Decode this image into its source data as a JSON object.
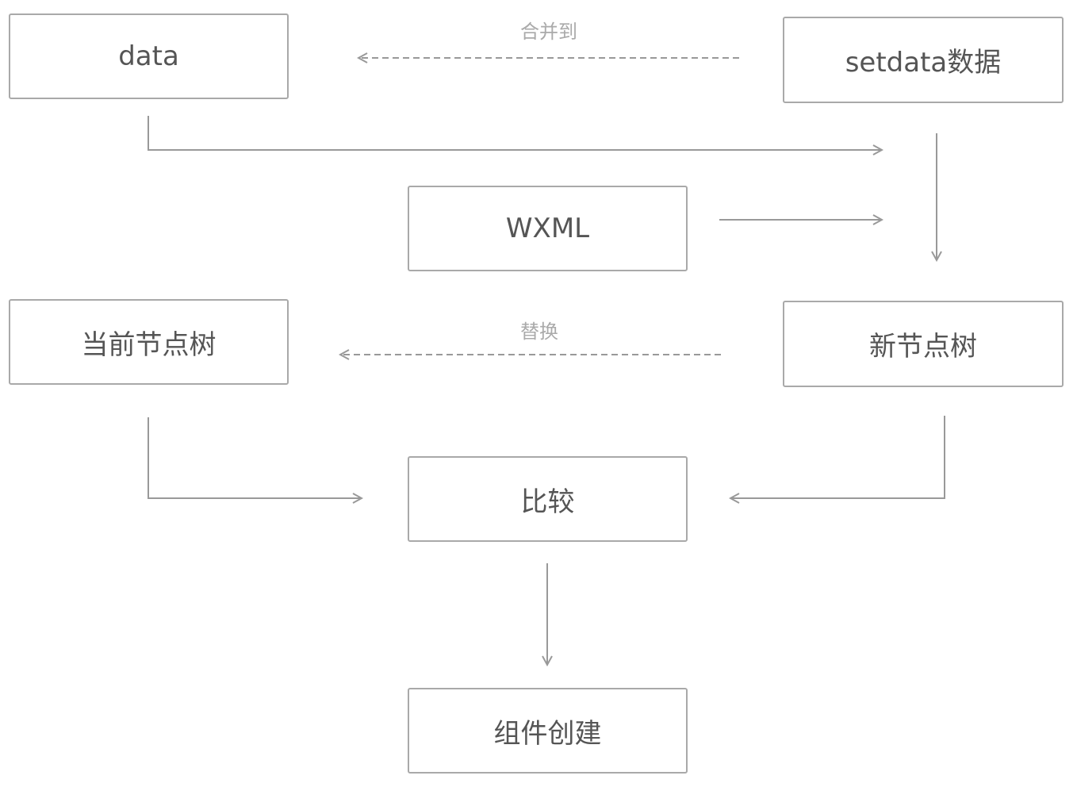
{
  "nodes": {
    "data": "data",
    "setdata": "setdata数据",
    "wxml": "WXML",
    "current_tree": "当前节点树",
    "new_tree": "新节点树",
    "compare": "比较",
    "create": "组件创建"
  },
  "edge_labels": {
    "merge": "合并到",
    "replace": "替换"
  },
  "colors": {
    "border": "#a9a9a9",
    "text": "#555555",
    "label": "#aaaaaa",
    "line": "#999999"
  }
}
